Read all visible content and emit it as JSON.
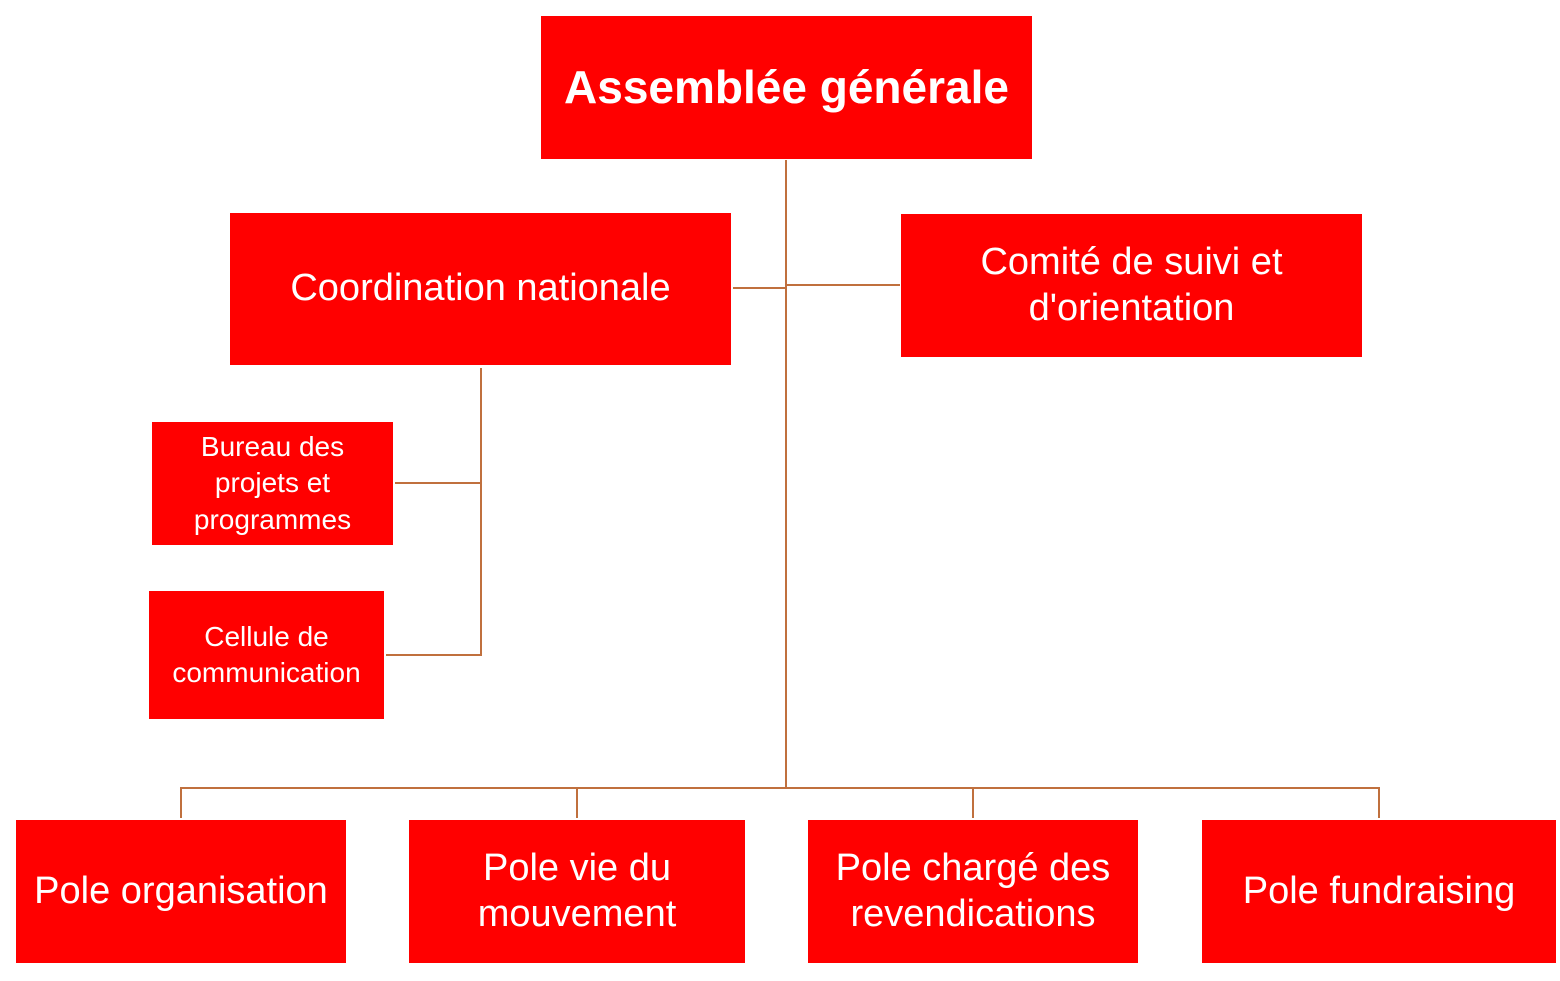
{
  "nodes": {
    "assemblee_generale": "Assemblée générale",
    "coordination_nationale": "Coordination nationale",
    "comite_suivi": "Comité de suivi et d'orientation",
    "bureau_projets": "Bureau des projets et programmes",
    "cellule_communication": "Cellule de communication",
    "pole_organisation": "Pole organisation",
    "pole_vie_mouvement": "Pole vie du mouvement",
    "pole_revendications": "Pole chargé des revendications",
    "pole_fundraising": "Pole fundraising"
  },
  "colors": {
    "box_fill": "#ff0000",
    "box_text": "#ffffff",
    "connector": "#c0703e"
  }
}
